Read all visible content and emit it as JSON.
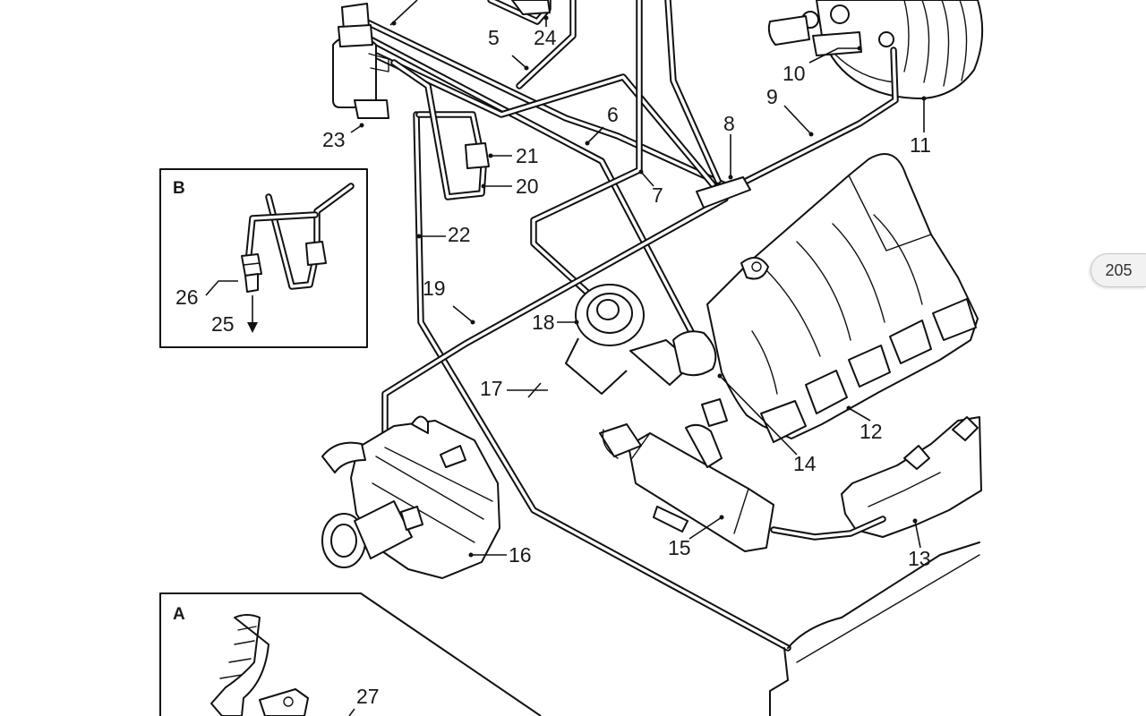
{
  "page": {
    "number": "205"
  },
  "insets": {
    "a": "A",
    "b": "B"
  },
  "callouts": {
    "c5": "5",
    "c6": "6",
    "c7": "7",
    "c8": "8",
    "c9": "9",
    "c10": "10",
    "c11": "11",
    "c12": "12",
    "c13": "13",
    "c14": "14",
    "c15": "15",
    "c16": "16",
    "c17": "17",
    "c18": "18",
    "c19": "19",
    "c20": "20",
    "c21": "21",
    "c22": "22",
    "c23": "23",
    "c24": "24",
    "c25": "25",
    "c26": "26",
    "c27": "27"
  }
}
